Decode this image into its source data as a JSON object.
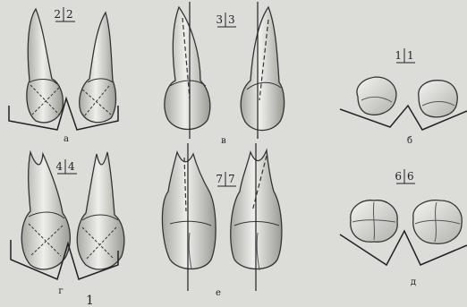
{
  "figure": {
    "panels": [
      {
        "id": "a",
        "caption": "а",
        "tooth_label_left": "2",
        "tooth_label_right": "2"
      },
      {
        "id": "b",
        "caption": "б",
        "tooth_label_left": "1",
        "tooth_label_right": "1"
      },
      {
        "id": "v",
        "caption": "в",
        "tooth_label_left": "3",
        "tooth_label_right": "3"
      },
      {
        "id": "g",
        "caption": "г",
        "tooth_label_left": "4",
        "tooth_label_right": "4"
      },
      {
        "id": "d",
        "caption": "д",
        "tooth_label_left": "6",
        "tooth_label_right": "6"
      },
      {
        "id": "e",
        "caption": "е",
        "tooth_label_left": "7",
        "tooth_label_right": "7"
      }
    ],
    "corner_mark": "1"
  }
}
